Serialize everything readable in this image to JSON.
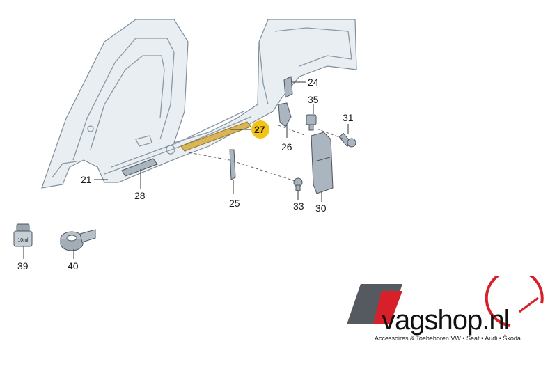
{
  "labels": {
    "p21": "21",
    "p24": "24",
    "p25": "25",
    "p26": "26",
    "p27": "27",
    "p28": "28",
    "p30": "30",
    "p31": "31",
    "p33": "33",
    "p35": "35",
    "p39": "39",
    "p40": "40",
    "jar": "10ml"
  },
  "logo": {
    "name": "vagshop.nl",
    "tagline": "Accessoires & Toebehoren VW • Seat • Audi • Škoda"
  },
  "colors": {
    "highlight": "#f2c418",
    "logo_red": "#d8202a",
    "logo_gray": "#555a60"
  }
}
